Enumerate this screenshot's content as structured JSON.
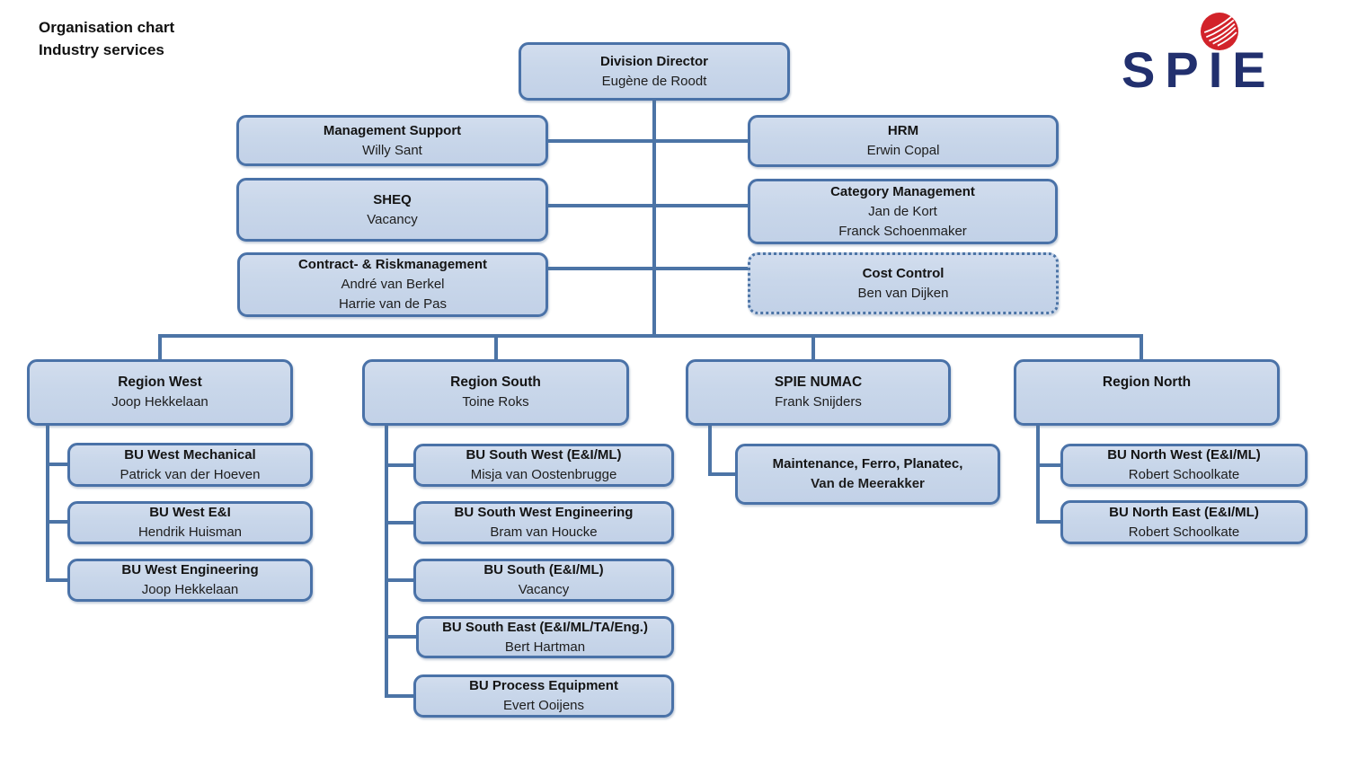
{
  "header": {
    "line1": "Organisation chart",
    "line2": "Industry services"
  },
  "logo": {
    "text": "SPIE"
  },
  "colors": {
    "box_fill": "#C9D7EA",
    "box_border": "#4A72A8",
    "connector": "#4C74A6",
    "logo_navy": "#22306E",
    "logo_red": "#D2232A"
  },
  "nodes": {
    "division_director": {
      "title": "Division Director",
      "names": [
        "Eugène de Roodt"
      ]
    },
    "management_support": {
      "title": "Management Support",
      "names": [
        "Willy Sant"
      ]
    },
    "sheq": {
      "title": "SHEQ",
      "names": [
        "Vacancy"
      ]
    },
    "contract_risk": {
      "title": "Contract- & Riskmanagement",
      "names": [
        "André van Berkel",
        "Harrie van de Pas"
      ]
    },
    "hrm": {
      "title": "HRM",
      "names": [
        "Erwin Copal"
      ]
    },
    "category_management": {
      "title": "Category Management",
      "names": [
        "Jan de Kort",
        "Franck Schoenmaker"
      ]
    },
    "cost_control": {
      "title": "Cost Control",
      "names": [
        "Ben van Dijken"
      ]
    },
    "region_west": {
      "title": "Region West",
      "names": [
        "Joop Hekkelaan"
      ]
    },
    "region_south": {
      "title": "Region South",
      "names": [
        "Toine Roks"
      ]
    },
    "spie_numac": {
      "title": "SPIE NUMAC",
      "names": [
        "Frank Snijders"
      ]
    },
    "region_north": {
      "title": "Region North",
      "names": []
    },
    "bu_west_mechanical": {
      "title": "BU West Mechanical",
      "names": [
        "Patrick van der Hoeven"
      ]
    },
    "bu_west_ei": {
      "title": "BU West E&I",
      "names": [
        "Hendrik Huisman"
      ]
    },
    "bu_west_engineering": {
      "title": "BU West Engineering",
      "names": [
        "Joop Hekkelaan"
      ]
    },
    "bu_south_west": {
      "title": "BU South West (E&I/ML)",
      "names": [
        "Misja van Oostenbrugge"
      ]
    },
    "bu_south_west_eng": {
      "title": "BU South West Engineering",
      "names": [
        "Bram van Houcke"
      ]
    },
    "bu_south": {
      "title": "BU South (E&I/ML)",
      "names": [
        "Vacancy"
      ]
    },
    "bu_south_east": {
      "title": "BU South East (E&I/ML/TA/Eng.)",
      "names": [
        "Bert Hartman"
      ]
    },
    "bu_process_equipment": {
      "title": "BU Process Equipment",
      "names": [
        "Evert Ooijens"
      ]
    },
    "numac_maintenance": {
      "title": "Maintenance,  Ferro, Planatec,",
      "names": [
        "Van de Meerakker"
      ]
    },
    "bu_north_west": {
      "title": "BU North West (E&I/ML)",
      "names": [
        "Robert Schoolkate"
      ]
    },
    "bu_north_east": {
      "title": "BU North East (E&I/ML)",
      "names": [
        "Robert Schoolkate"
      ]
    }
  }
}
